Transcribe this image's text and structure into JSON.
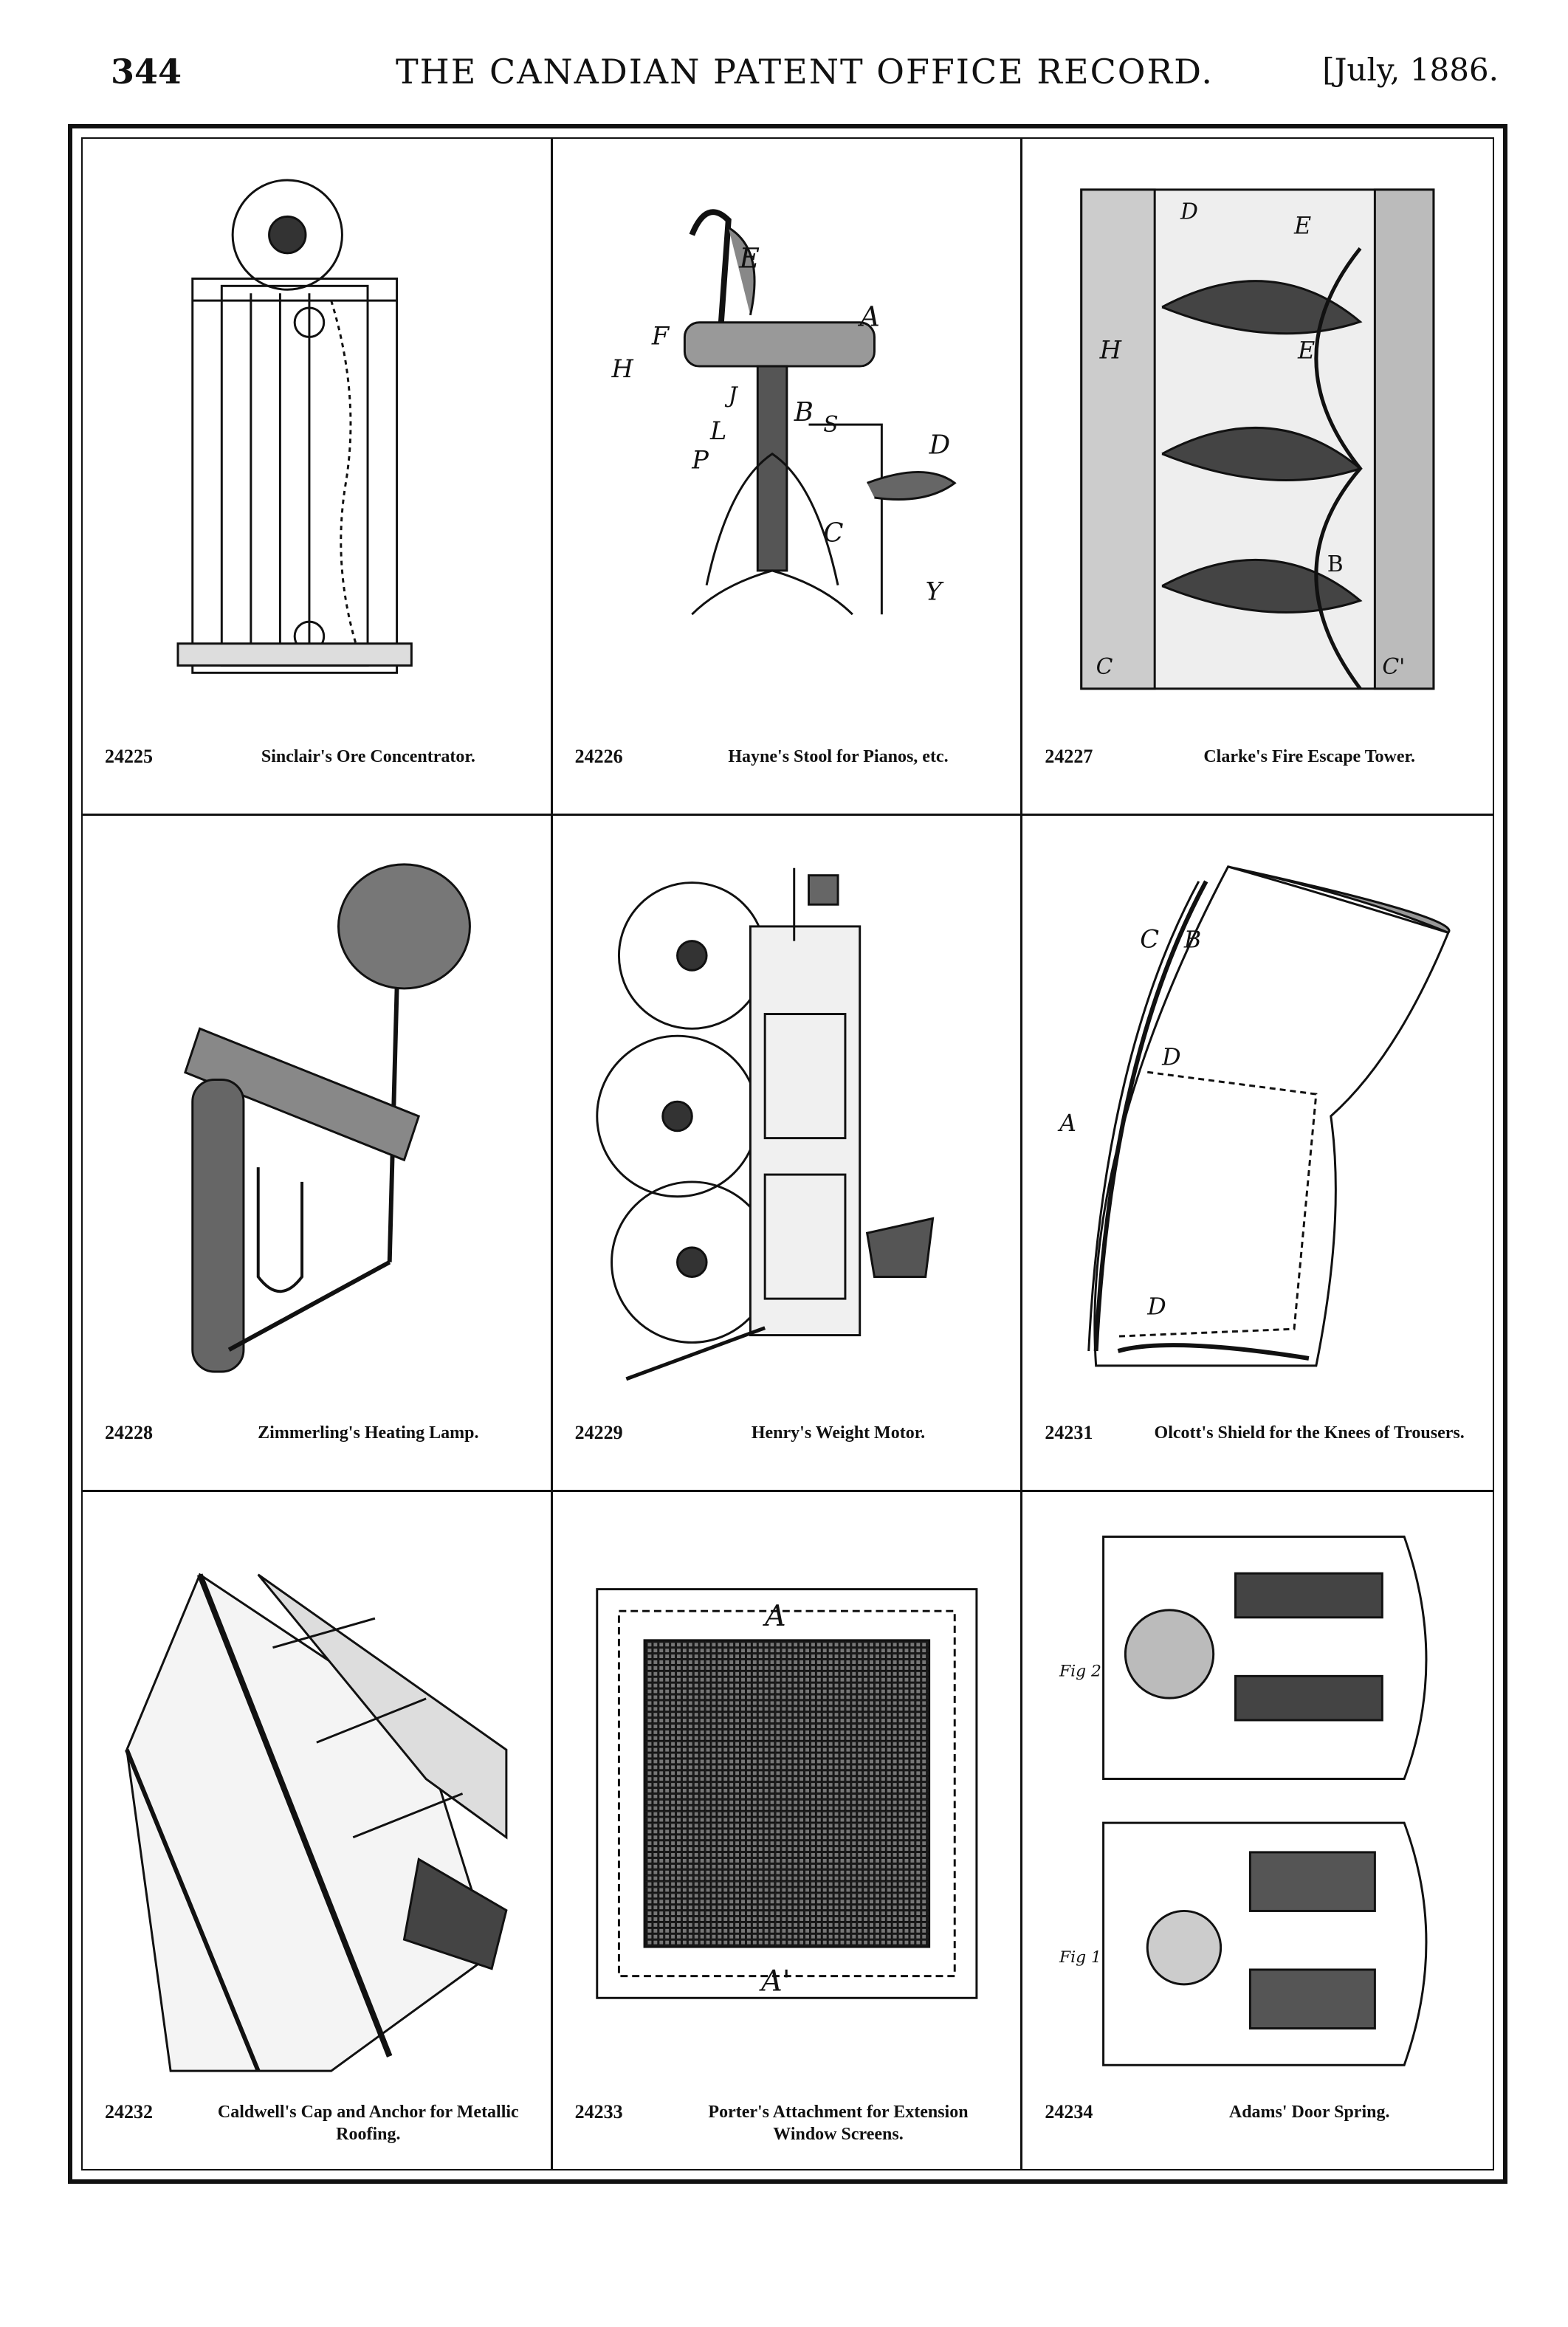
{
  "header": {
    "page_number": "344",
    "title": "THE CANADIAN PATENT OFFICE RECORD.",
    "date": "[July, 1886."
  },
  "patents": [
    {
      "number": "24225",
      "title": "Sinclair's Ore Concentrator."
    },
    {
      "number": "24226",
      "title": "Hayne's Stool for Pianos, etc."
    },
    {
      "number": "24227",
      "title": "Clarke's Fire Escape Tower."
    },
    {
      "number": "24228",
      "title": "Zimmerling's Heating Lamp."
    },
    {
      "number": "24229",
      "title": "Henry's Weight Motor."
    },
    {
      "number": "24231",
      "title": "Olcott's Shield for the Knees of Trousers."
    },
    {
      "number": "24232",
      "title": "Caldwell's Cap and Anchor for Metallic Roofing."
    },
    {
      "number": "24233",
      "title": "Porter's Attachment for Extension Window Screens."
    },
    {
      "number": "24234",
      "title": "Adams' Door Spring."
    }
  ],
  "figure_labels": {
    "stool": [
      "E",
      "F",
      "A",
      "H",
      "J",
      "B",
      "L",
      "P",
      "S",
      "C",
      "D",
      "Y"
    ],
    "tower": [
      "D",
      "E",
      "H",
      "E",
      "B",
      "C",
      "C'"
    ],
    "shield": [
      "C",
      "B",
      "D",
      "A",
      "D"
    ],
    "screen": [
      "A",
      "A'"
    ],
    "spring": [
      "Fig 2",
      "Fig 1"
    ]
  }
}
